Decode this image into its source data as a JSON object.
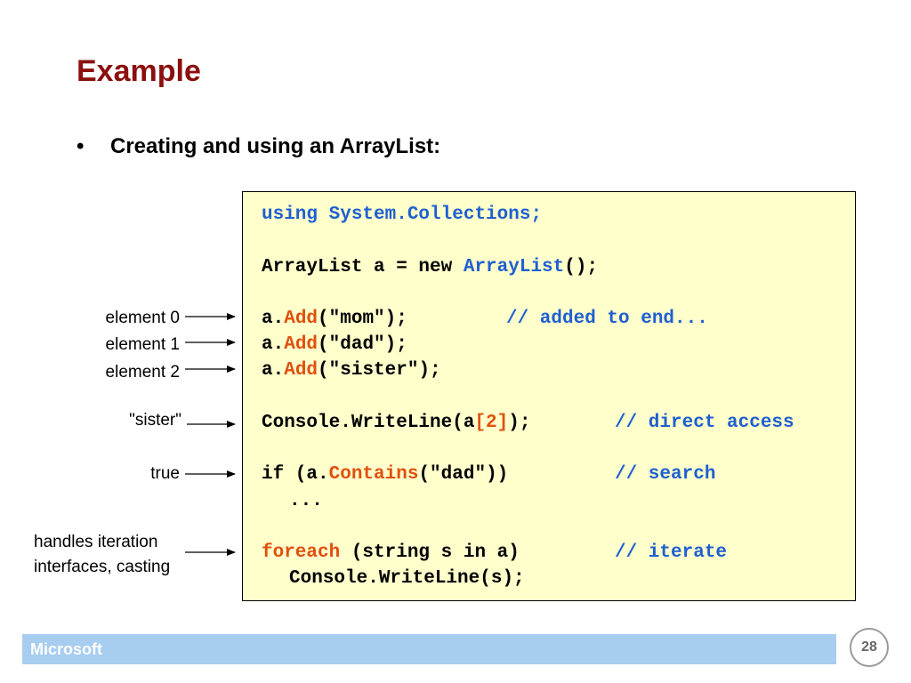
{
  "slide": {
    "title": "Example",
    "bullet_marker": "•",
    "bullet": "Creating and using an ArrayList:",
    "footer": "Microsoft",
    "page_number": "28"
  },
  "code": {
    "l1": "using System.Collections;",
    "l2_a": "ArrayList a = new ",
    "l2_b": "ArrayList",
    "l2_c": "();",
    "l3_a": "a.",
    "l3_b": "Add",
    "l3_c": "(\"mom\");",
    "l3_comment": "// added to end...",
    "l4_a": "a.",
    "l4_b": "Add",
    "l4_c": "(\"dad\");",
    "l5_a": "a.",
    "l5_b": "Add",
    "l5_c": "(\"sister\");",
    "l6_a": "Console.WriteLine(a",
    "l6_b": "[2]",
    "l6_c": ");",
    "l6_comment": "// direct access",
    "l7_a": "if (a.",
    "l7_b": "Contains",
    "l7_c": "(\"dad\"))",
    "l7_comment": "// search",
    "l8": "...",
    "l9_a": "foreach",
    "l9_b": " (string s in a)",
    "l9_comment": "// iterate",
    "l10": "Console.WriteLine(s);"
  },
  "annotations": {
    "element0": "element 0",
    "element1": "element 1",
    "element2": "element 2",
    "sister": "\"sister\"",
    "true": "true",
    "iter1": "handles iteration",
    "iter2": "interfaces, casting"
  },
  "colors": {
    "title": "#8b0f0f",
    "code_background": "#ffffcc",
    "keyword_blue": "#1f5fd1",
    "keyword_red": "#e0500e",
    "footer_bar": "#a7cdf1"
  }
}
